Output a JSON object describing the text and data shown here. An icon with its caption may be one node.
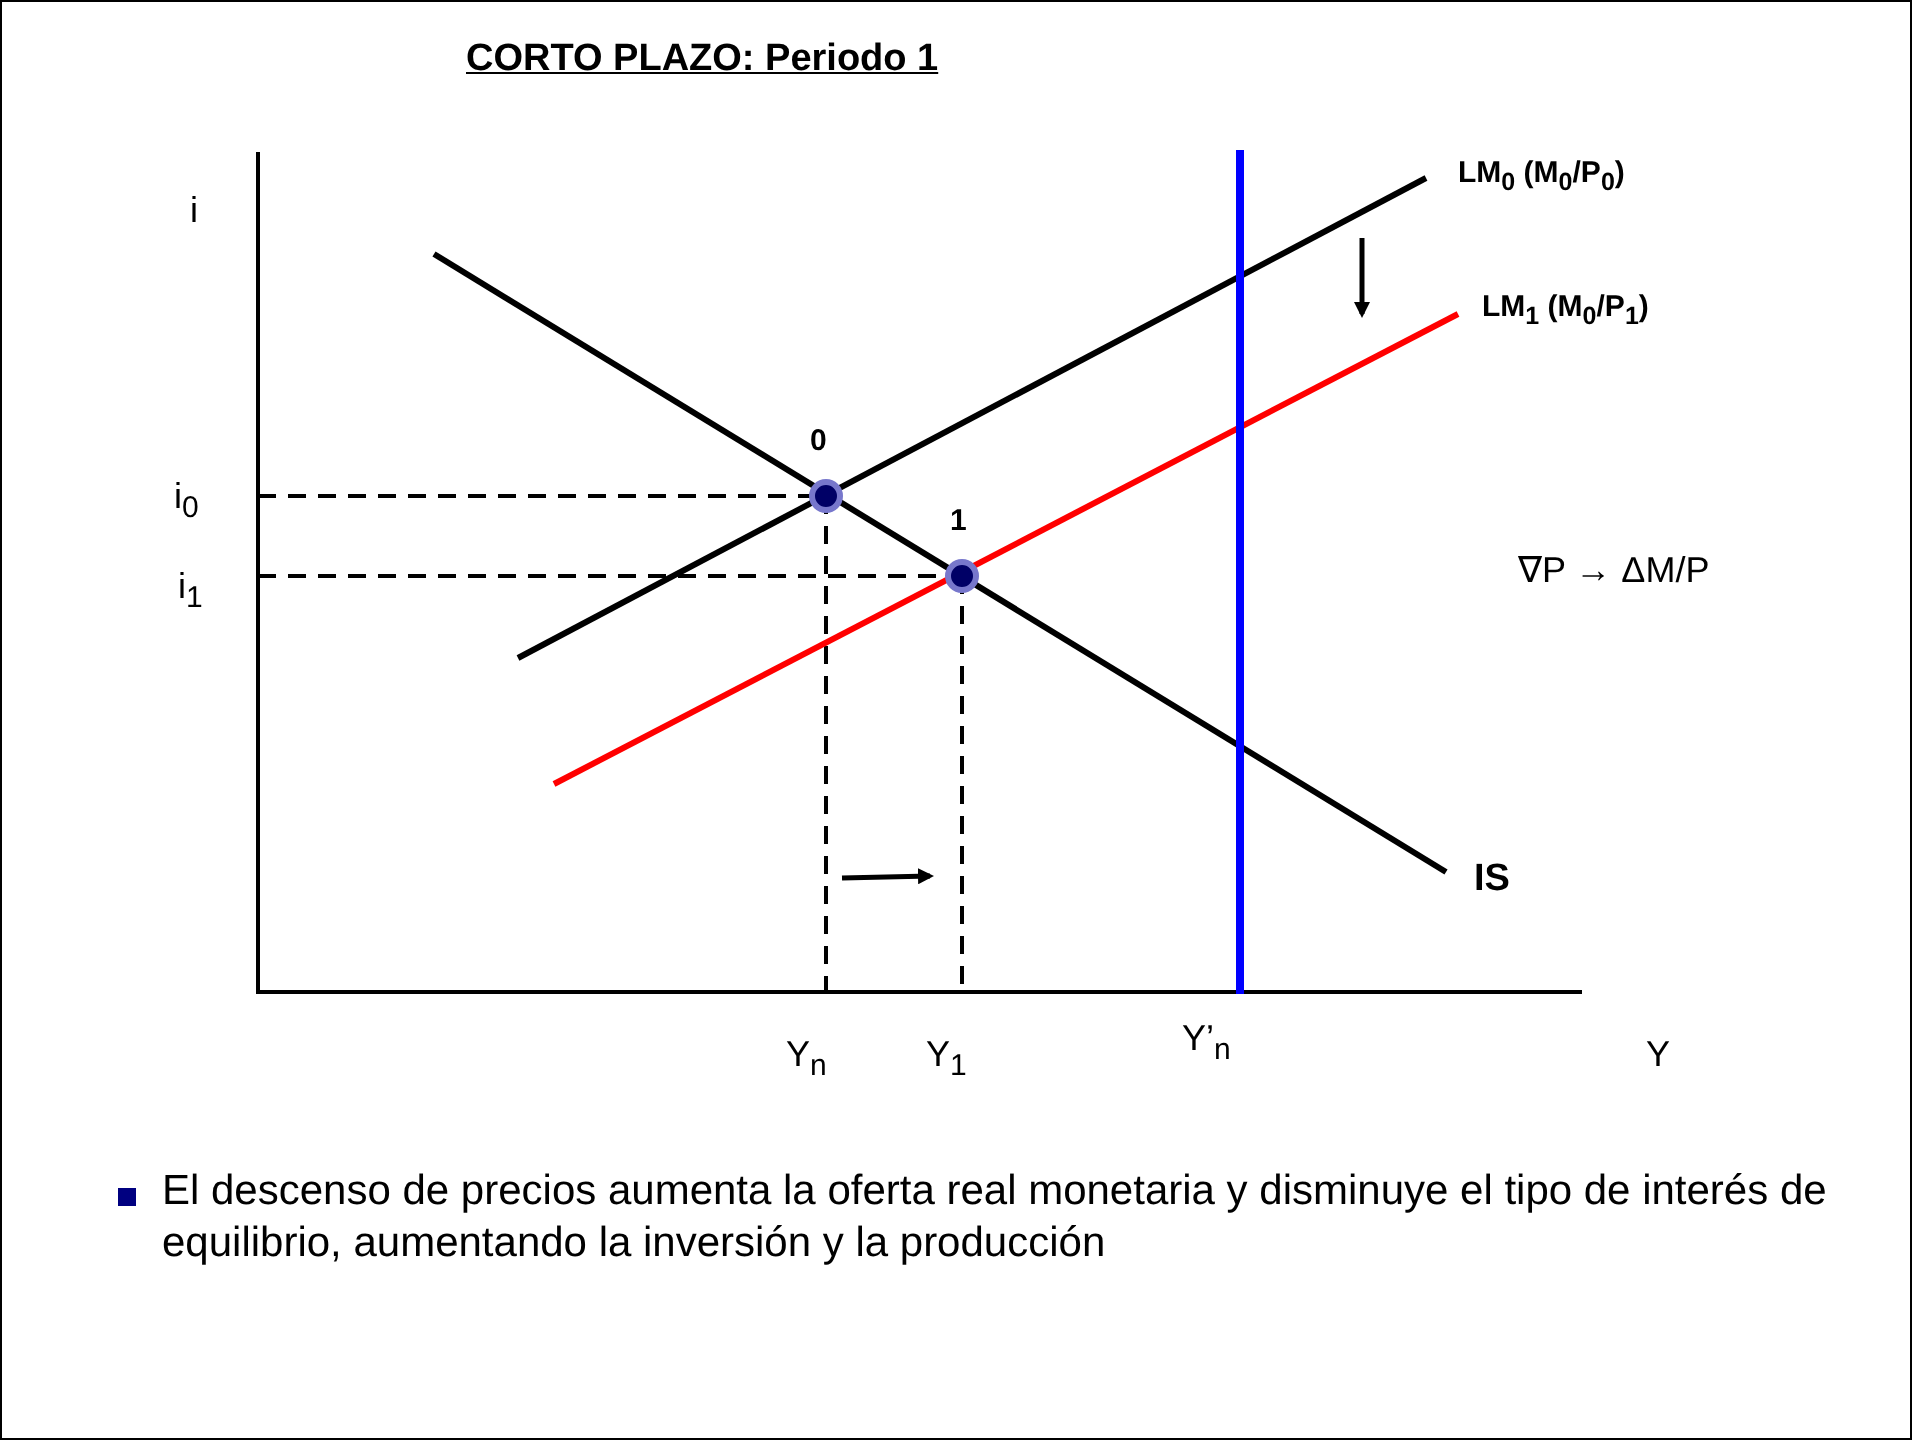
{
  "diagram": {
    "title": "CORTO PLAZO: Periodo 1",
    "labels": [
      "i",
      "LM$_{0}$ (M$_{0}$/P$_{0}$)",
      "LM$_{1}$ (M$_{0}$/P$_{1}$)",
      "0",
      "i$_{0}$",
      "1",
      "∇P → ΔM/P",
      "i$_{1}$",
      "IS",
      "Y$_{n}$",
      "Y$_{1}$",
      "Y’$_{n}$",
      "Y",
      "El descenso de precios aumenta la oferta real monetaria y disminuye el tipo de interés de equilibrio, aumentando la inversión y  la producción"
    ]
  }
}
